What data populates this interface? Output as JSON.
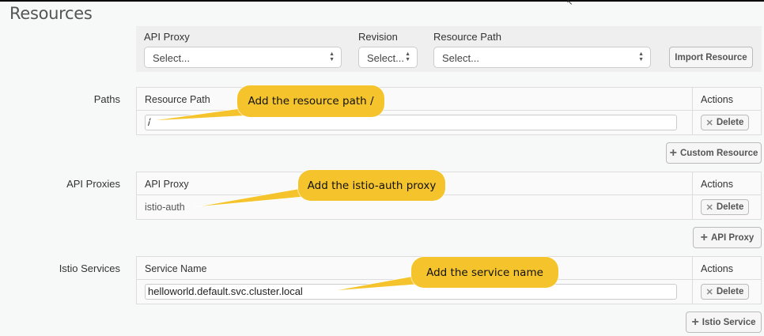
{
  "page": {
    "title": "Resources"
  },
  "import": {
    "api_proxy_label": "API Proxy",
    "api_proxy_value": "Select...",
    "revision_label": "Revision",
    "revision_value": "Select...",
    "resource_path_label": "Resource Path",
    "resource_path_value": "Select...",
    "import_button": "Import Resource"
  },
  "paths": {
    "section_label": "Paths",
    "column_header": "Resource Path",
    "actions_header": "Actions",
    "rows": [
      {
        "value": "/",
        "delete_label": "Delete"
      }
    ],
    "add_button": "Custom Resource"
  },
  "api_proxies": {
    "section_label": "API Proxies",
    "column_header": "API Proxy",
    "actions_header": "Actions",
    "rows": [
      {
        "value": "istio-auth",
        "delete_label": "Delete"
      }
    ],
    "add_button": "API Proxy"
  },
  "istio_services": {
    "section_label": "Istio Services",
    "column_header": "Service Name",
    "actions_header": "Actions",
    "rows": [
      {
        "value": "helloworld.default.svc.cluster.local",
        "delete_label": "Delete"
      }
    ],
    "add_button": "Istio Service"
  },
  "callouts": {
    "paths": "Add the resource path /",
    "api_proxies": "Add the istio-auth proxy",
    "istio_services": "Add the service name"
  },
  "icons": {
    "plus": "+",
    "delete": "✕",
    "select_arrows": "▲▼",
    "cursor": "↖"
  },
  "colors": {
    "callout": "#f5c42c",
    "background": "#f7f8f8",
    "panel": "#efefef"
  }
}
